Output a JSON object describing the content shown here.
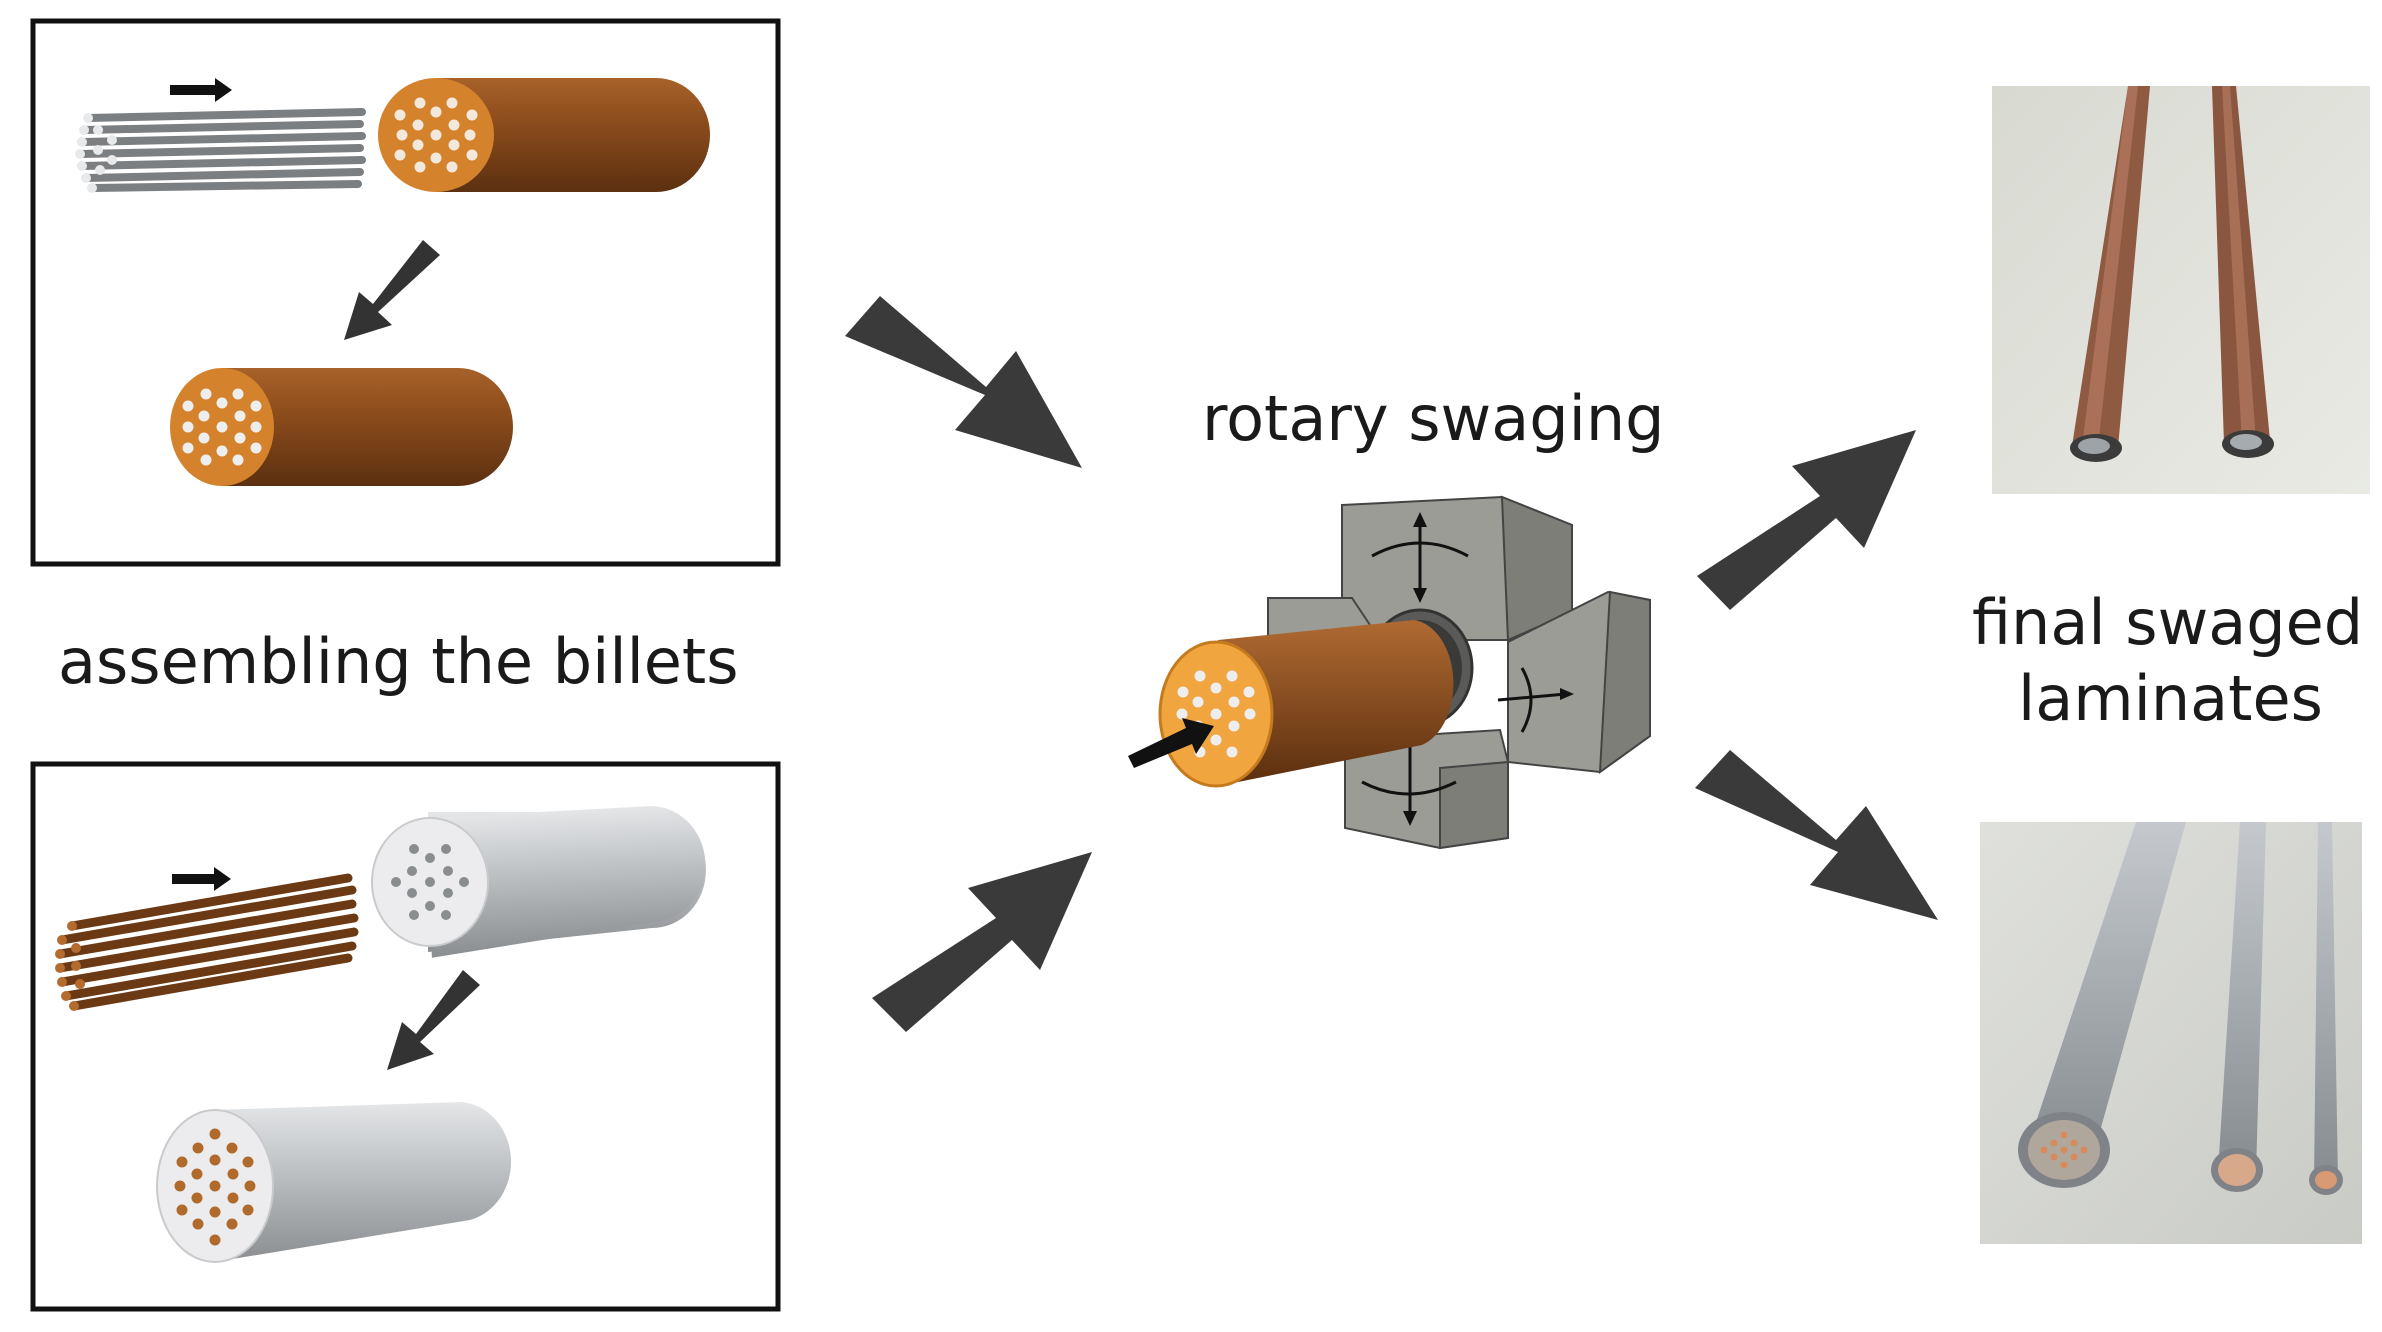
{
  "labels": {
    "assembling": "assembling the billets",
    "rotary": "rotary swaging",
    "final_line1": "final swaged",
    "final_line2": "laminates"
  },
  "colors": {
    "copper": "#8b4a1c",
    "copper_face": "#d4832c",
    "aluminum": "#b5b8bb",
    "arrow": "#3a3a3a",
    "die": "#9a9a94"
  },
  "icons": {
    "flow_arrow": "arrow-icon",
    "die_motion": "rotation-arrows-icon"
  }
}
